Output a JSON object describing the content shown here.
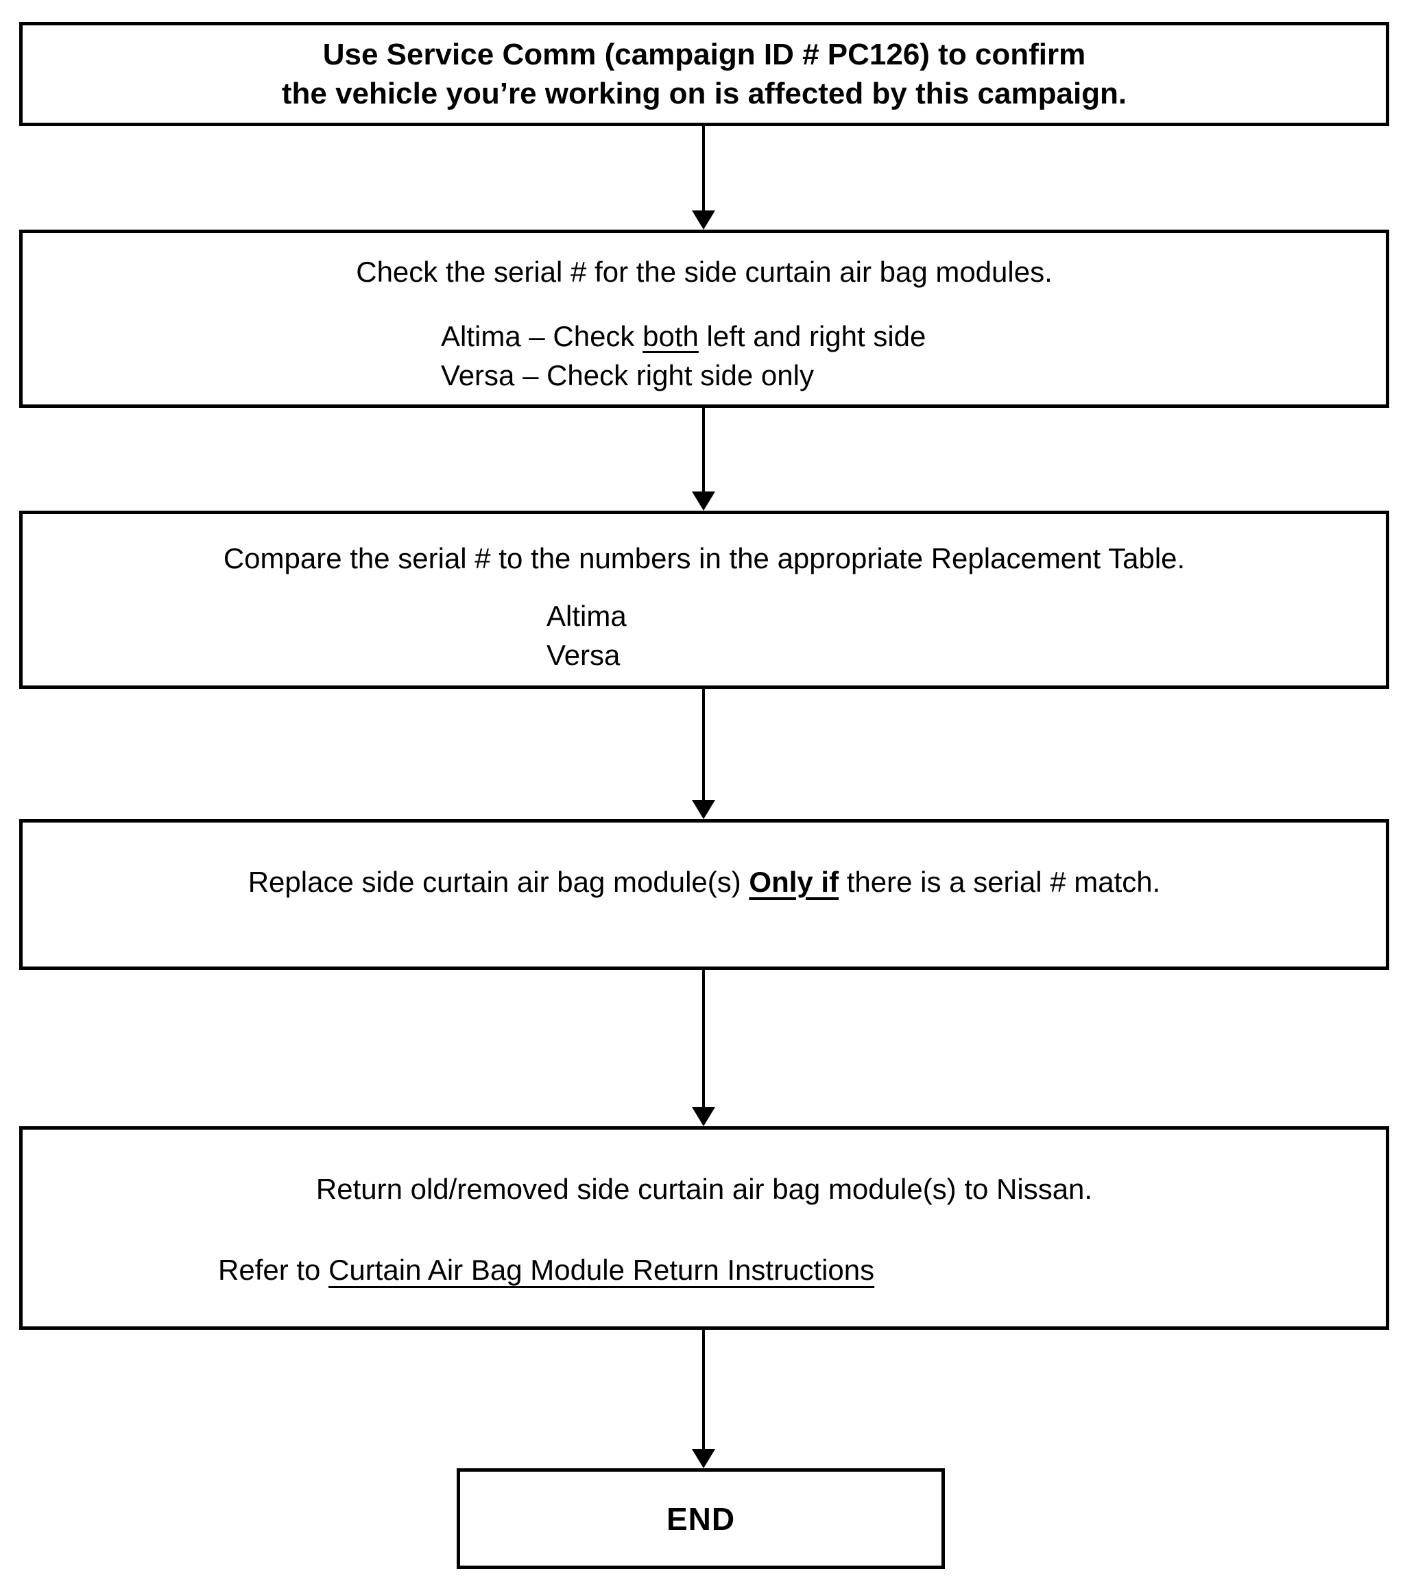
{
  "colors": {
    "background": "#ffffff",
    "box_border": "#000000",
    "text": "#000000"
  },
  "flowchart": {
    "confirm_box": {
      "line1": "Use Service Comm (campaign ID # PC126) to confirm",
      "line2": "the vehicle you’re working on is affected by this campaign."
    },
    "check_box": {
      "line1": "Check the serial # for the side curtain air bag modules.",
      "altima_prefix": "Altima – Check ",
      "altima_underlined": "both",
      "altima_suffix": " left and right side",
      "versa_line": "Versa – Check right side only"
    },
    "compare_box": {
      "line1": "Compare the serial # to the numbers in the appropriate Replacement Table.",
      "altima_label": "Altima",
      "versa_label": "Versa"
    },
    "replace_box": {
      "prefix": "Replace side curtain air bag module(s) ",
      "emphasis": "Only if",
      "suffix": " there is a serial # match."
    },
    "return_box": {
      "line1": "Return old/removed side curtain air bag module(s) to Nissan.",
      "refer_prefix": "Refer to ",
      "refer_link": "Curtain Air Bag Module Return Instructions"
    },
    "end_box": {
      "label": "END"
    }
  }
}
